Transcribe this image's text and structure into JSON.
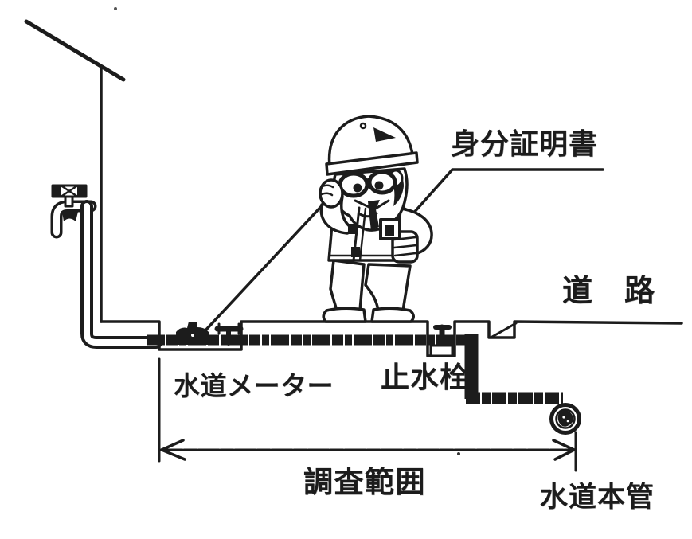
{
  "colors": {
    "ink": "#1c1c1c",
    "paper": "#ffffff"
  },
  "labels": {
    "id_card": "身分証明書",
    "road": "道　路",
    "water_meter": "水道メーター",
    "stop_valve": "止水栓",
    "survey_range": "調査範囲",
    "water_main": "水道本管"
  }
}
